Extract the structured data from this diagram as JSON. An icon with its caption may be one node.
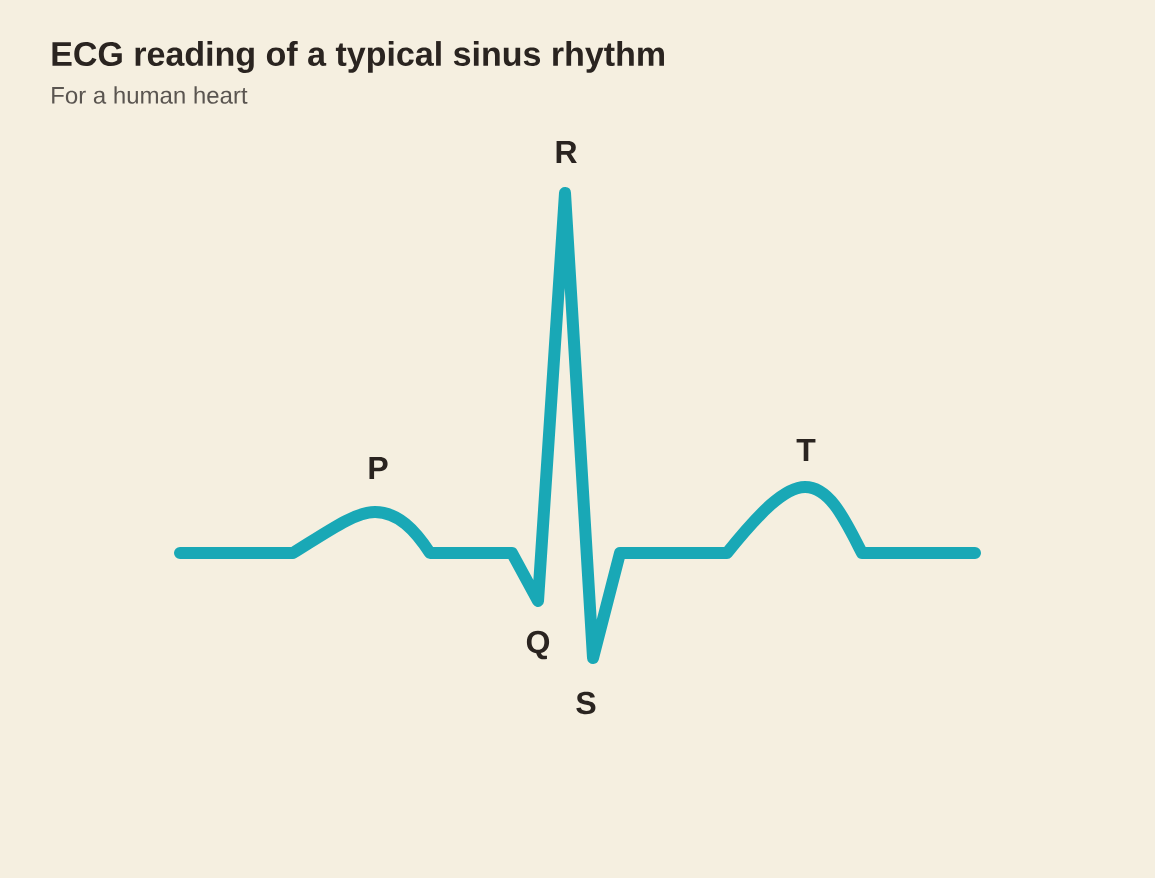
{
  "diagram": {
    "title": "ECG reading of a typical sinus rhythm",
    "labels": [
      "For a human heart",
      "R",
      "P",
      "T",
      "Q",
      "S"
    ]
  }
}
